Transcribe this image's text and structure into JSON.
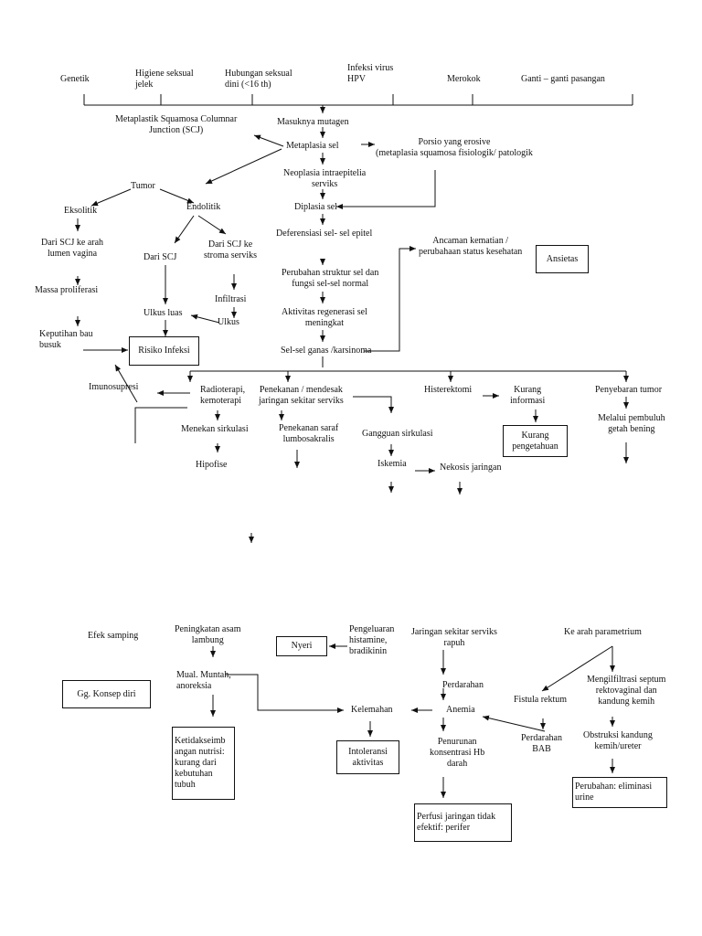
{
  "risk_factors": {
    "genetik": "Genetik",
    "higiene_1": "Higiene seksual",
    "higiene_2": "jelek",
    "hubungan_1": "Hubungan seksual",
    "hubungan_2": "dini (<16 th)",
    "infeksi_1": "Infeksi virus",
    "infeksi_2": "HPV",
    "merokok": "Merokok",
    "ganti": "Ganti – ganti pasangan"
  },
  "center": {
    "masuknya": "Masuknya mutagen",
    "metaplasia": "Metaplasia sel",
    "neoplasia_1": "Neoplasia intraepitelia",
    "neoplasia_2": "serviks",
    "diplasia": "Diplasia sel",
    "deferensiasi": "Deferensiasi sel- sel epitel",
    "perubahan_1": "Perubahan struktur sel dan",
    "perubahan_2": "fungsi sel-sel normal",
    "aktivitas_1": "Aktivitas regenerasi sel",
    "aktivitas_2": "meningkat",
    "ganas": "Sel-sel ganas /karsinoma"
  },
  "scj": {
    "line1": "Metaplastik Squamosa Columnar",
    "line2": "Junction (SCJ)"
  },
  "porsio": {
    "line1": "Porsio yang erosive",
    "line2": "(metaplasia squamosa fisiologik/ patologik"
  },
  "tumor": {
    "tumor": "Tumor",
    "eksolitik": "Eksolitik",
    "endolitik": "Endolitik",
    "dari_scj_arah_1": "Dari SCJ ke arah",
    "dari_scj_arah_2": "lumen vagina",
    "massa": "Massa proliferasi",
    "keputihan_1": "Keputihan bau",
    "keputihan_2": "busuk",
    "dari_scj": "Dari SCJ",
    "dari_scj_stroma_1": "Dari SCJ ke",
    "dari_scj_stroma_2": "stroma serviks",
    "infiltrasi": "Infiltrasi",
    "ulkus": "Ulkus",
    "ulkus_luas": "Ulkus luas",
    "risiko_infeksi": "Risiko Infeksi",
    "imunosupresi": "Imunosupresi"
  },
  "ancaman": {
    "line1": "Ancaman kematian /",
    "line2": "perubahaan status kesehatan",
    "ansietas": "Ansietas"
  },
  "branches": {
    "radioterapi_1": "Radioterapi,",
    "radioterapi_2": "kemoterapi",
    "menekan": "Menekan sirkulasi",
    "hipofise": "Hipofise",
    "penekanan_1": "Penekanan / mendesak",
    "penekanan_2": "jaringan sekitar serviks",
    "saraf_1": "Penekanan saraf",
    "saraf_2": "lumbosakralis",
    "gangguan": "Gangguan sirkulasi",
    "iskemia": "Iskemia",
    "nekrosis": "Nekosis jaringan",
    "histerektomi": "Histerektomi",
    "kurang_info_1": "Kurang",
    "kurang_info_2": "informasi",
    "kurang_pengetahuan_1": "Kurang",
    "kurang_pengetahuan_2": "pengetahuan",
    "penyebaran": "Penyebaran tumor",
    "melalui_1": "Melalui pembuluh",
    "melalui_2": "getah bening"
  },
  "bottom": {
    "efek": "Efek samping",
    "konsep": "Gg. Konsep diri",
    "peningkatan_1": "Peningkatan asam",
    "peningkatan_2": "lambung",
    "mual_1": "Mual. Muntah,",
    "mual_2": "anoreksia",
    "nutrisi_1": "Ketidakseimb",
    "nutrisi_2": "angan nutrisi:",
    "nutrisi_3": "kurang dari",
    "nutrisi_4": "kebutuhan",
    "nutrisi_5": "tubuh",
    "nyeri": "Nyeri",
    "pengeluaran_1": "Pengeluaran",
    "pengeluaran_2": "histamine,",
    "pengeluaran_3": "bradikinin",
    "kelemahan": "Kelemahan",
    "intoleransi_1": "Intoleransi",
    "intoleransi_2": "aktivitas",
    "jaringan_1": "Jaringan sekitar serviks",
    "jaringan_2": "rapuh",
    "perdarahan": "Perdarahan",
    "anemia": "Anemia",
    "penurunan_1": "Penurunan",
    "penurunan_2": "konsentrasi Hb",
    "penurunan_3": "darah",
    "perfusi_1": "Perfusi jaringan tidak",
    "perfusi_2": "efektif: perifer",
    "parametrium": "Ke arah parametrium",
    "fistula": "Fistula rektum",
    "mengilfiltrasi_1": "Mengilfiltrasi septum",
    "mengilfiltrasi_2": "rektovaginal dan",
    "mengilfiltrasi_3": "kandung kemih",
    "perdarahan_bab_1": "Perdarahan",
    "perdarahan_bab_2": "BAB",
    "obstruksi_1": "Obstruksi kandung",
    "obstruksi_2": "kemih/ureter",
    "eliminasi_1": "Perubahan: eliminasi",
    "eliminasi_2": "urine"
  }
}
